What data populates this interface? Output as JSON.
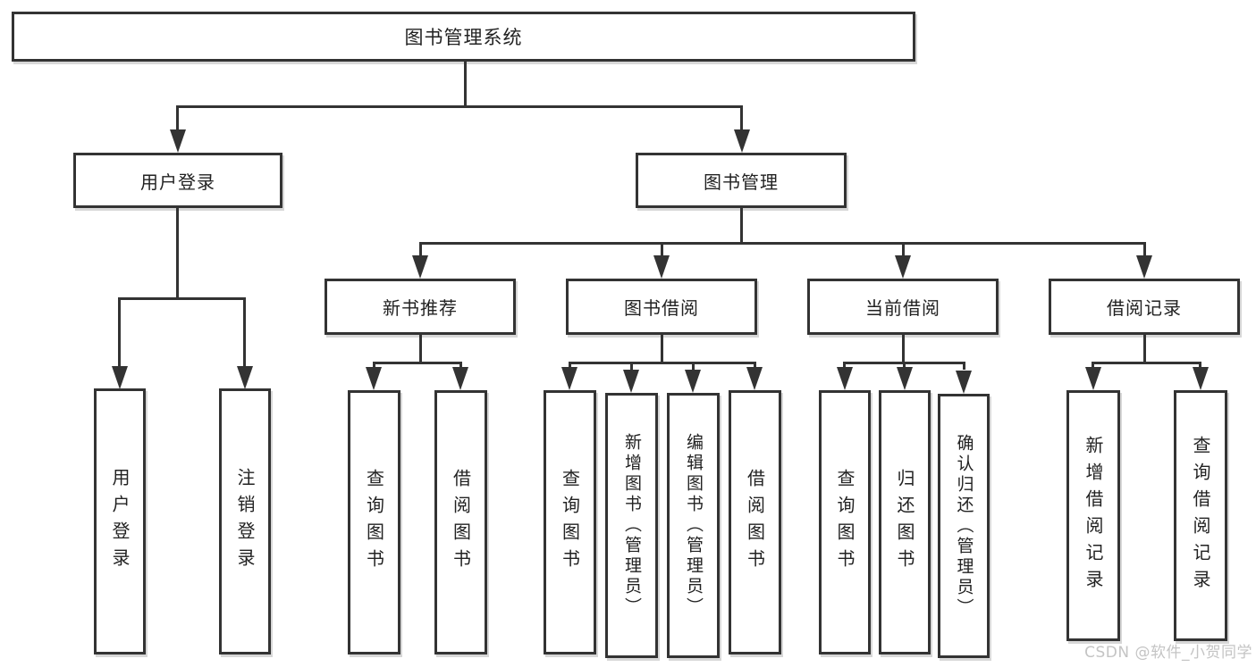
{
  "diagram": {
    "type": "hierarchy-tree",
    "title": "图书管理系统",
    "watermark": "CSDN @软件_小贺同学",
    "colors": {
      "background": "#ffffff",
      "line": "#333333",
      "text": "#222222",
      "watermark": "#c4c4c4"
    },
    "nodes": {
      "root": {
        "label": "图书管理系统",
        "level": 1
      },
      "user_login": {
        "label": "用户登录",
        "level": 2
      },
      "book_mgmt": {
        "label": "图书管理",
        "level": 2
      },
      "user_login_c": {
        "label": "用户登录",
        "level": 3,
        "orientation": "vertical"
      },
      "logout": {
        "label": "注销登录",
        "level": 3,
        "orientation": "vertical"
      },
      "new_book_rec": {
        "label": "新书推荐",
        "level": 3
      },
      "book_borrow": {
        "label": "图书借阅",
        "level": 3
      },
      "current_borrow": {
        "label": "当前借阅",
        "level": 3
      },
      "borrow_record": {
        "label": "借阅记录",
        "level": 3
      },
      "nbr_query": {
        "label": "查询图书",
        "level": 4,
        "orientation": "vertical"
      },
      "nbr_borrow": {
        "label": "借阅图书",
        "level": 4,
        "orientation": "vertical"
      },
      "bb_query": {
        "label": "查询图书",
        "level": 4,
        "orientation": "vertical"
      },
      "bb_add": {
        "label": "新增图书（管理员）",
        "level": 4,
        "orientation": "vertical"
      },
      "bb_edit": {
        "label": "编辑图书（管理员）",
        "level": 4,
        "orientation": "vertical"
      },
      "bb_borrow": {
        "label": "借阅图书",
        "level": 4,
        "orientation": "vertical"
      },
      "cb_query": {
        "label": "查询图书",
        "level": 4,
        "orientation": "vertical"
      },
      "cb_return": {
        "label": "归还图书",
        "level": 4,
        "orientation": "vertical"
      },
      "cb_confirm": {
        "label": "确认归还（管理员）",
        "level": 4,
        "orientation": "vertical"
      },
      "br_add": {
        "label": "新增借阅记录",
        "level": 4,
        "orientation": "vertical"
      },
      "br_query": {
        "label": "查询借阅记录",
        "level": 4,
        "orientation": "vertical"
      }
    },
    "edges": {
      "root": [
        "user_login",
        "book_mgmt"
      ],
      "user_login": [
        "user_login_c",
        "logout"
      ],
      "book_mgmt": [
        "new_book_rec",
        "book_borrow",
        "current_borrow",
        "borrow_record"
      ],
      "new_book_rec": [
        "nbr_query",
        "nbr_borrow"
      ],
      "book_borrow": [
        "bb_query",
        "bb_add",
        "bb_edit",
        "bb_borrow"
      ],
      "current_borrow": [
        "cb_query",
        "cb_return",
        "cb_confirm"
      ],
      "borrow_record": [
        "br_add",
        "br_query"
      ]
    }
  }
}
